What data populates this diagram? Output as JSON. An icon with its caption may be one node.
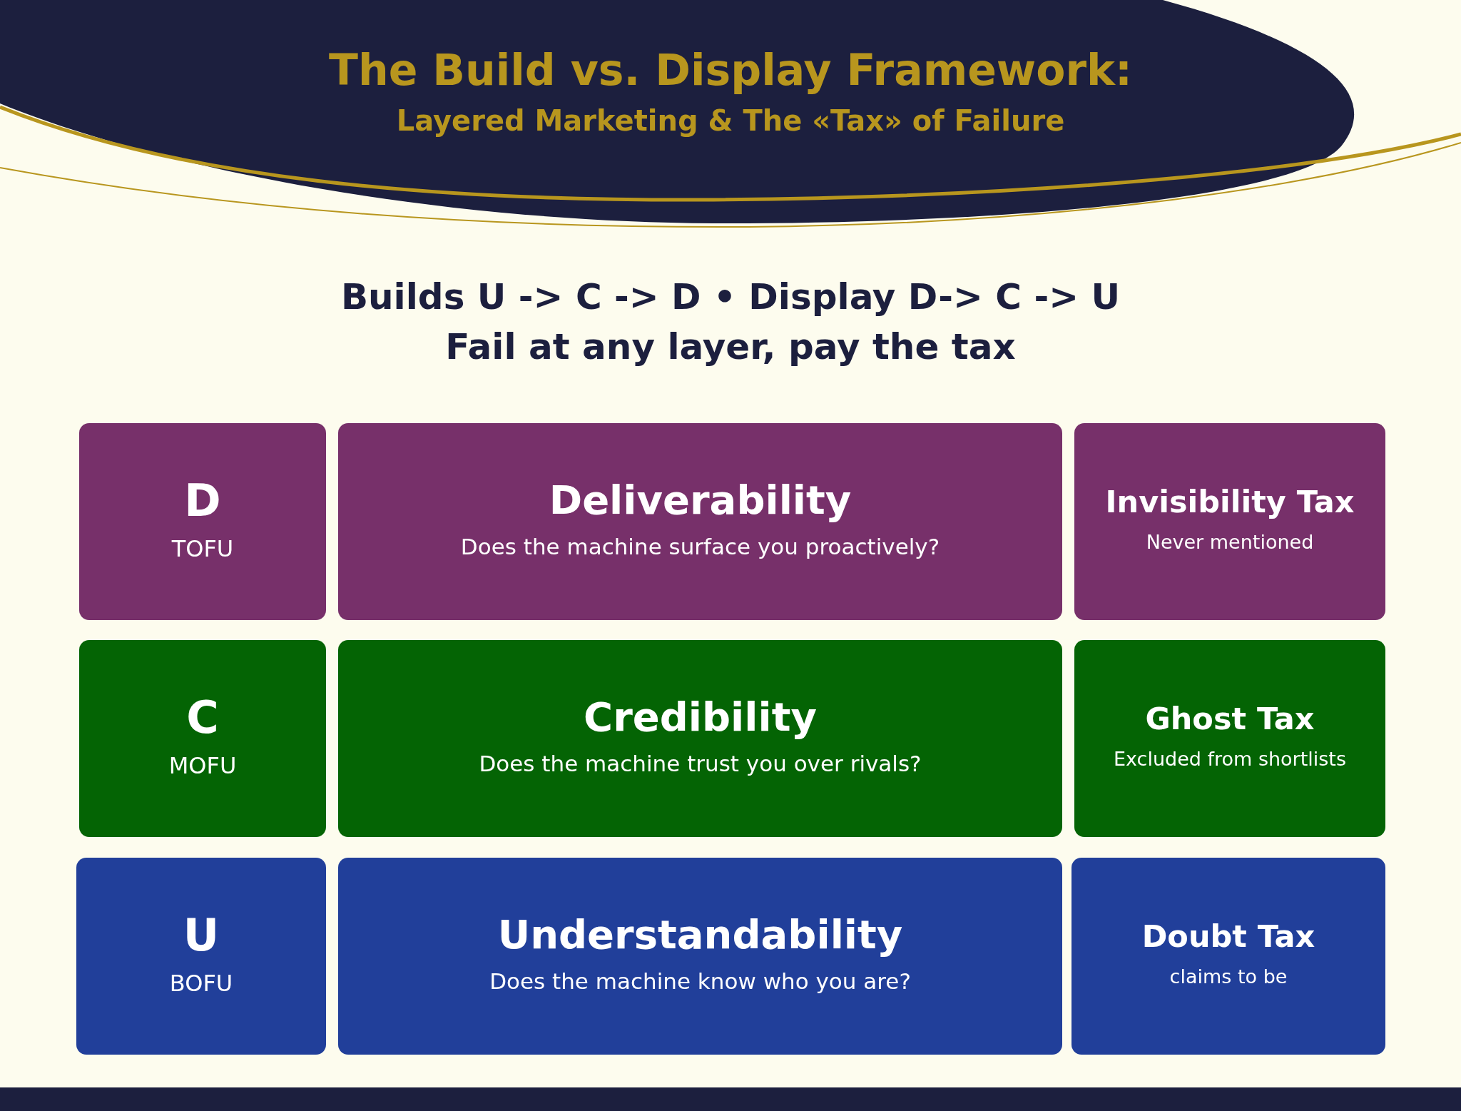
{
  "diagram": {
    "title": "The Build vs. Display Framework:",
    "nodes": [
      {
        "text": [
          "D",
          "TOFU"
        ]
      },
      {
        "text": [
          "Deliverability",
          "Does the machine surface you proactively?"
        ]
      },
      {
        "text": [
          "Invisibility Tax",
          "Never mentioned"
        ]
      },
      {
        "text": [
          "C",
          "MOFU"
        ]
      },
      {
        "text": [
          "Credibility",
          "Does the machine trust you over rivals?"
        ]
      },
      {
        "text": [
          "Ghost Tax",
          "Excluded from shortlists"
        ]
      },
      {
        "text": [
          "U",
          "BOFU"
        ]
      },
      {
        "text": [
          "Understandability",
          "Does the machine know who you are?"
        ]
      },
      {
        "text": [
          "Doubt Tax",
          "claims to be"
        ]
      }
    ],
    "labels": [
      "Layered Marketing & The «Tax» of Failure",
      "Builds U -> C -> D • Display D-> C -> U",
      "Fail at any layer, pay the tax"
    ]
  }
}
